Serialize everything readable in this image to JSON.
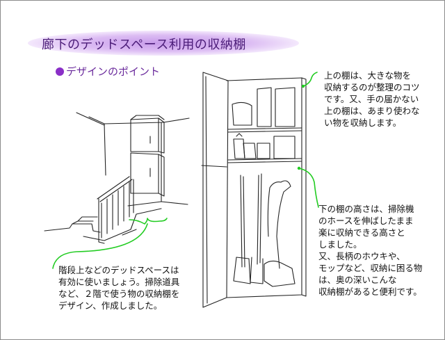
{
  "title": "廊下のデッドスペース利用の収納棚",
  "subtitle": "デザインのポイント",
  "notes": {
    "upper_shelf": [
      "上の棚は、大きな物を",
      "収納するのが整理のコツ",
      "です。又、手の届かない",
      "上の棚は、あまり使わな",
      "い物を収納します。"
    ],
    "lower_shelf": [
      "下の棚の高さは、掃除機",
      "のホースを伸ばしたまま",
      "楽に収納できる高さと",
      "しました。",
      "又、長柄のホウキや、",
      "モップなど、収納に困る物",
      "は、奥の深いこんな",
      "収納棚があると便利です。"
    ],
    "stairs": [
      "階段上などのデッドスペースは",
      "有効に使いましょう。掃除道具",
      "など、２階で使う物の収納棚を",
      "デザイン、作成しました。"
    ]
  },
  "colors": {
    "title_text": "#4b1c78",
    "title_glow": "#c79bea",
    "bullet": "#8a2fc7",
    "leader_line": "#22cc22",
    "sketch_line": "#222222",
    "frame": "#8a8a8a"
  }
}
